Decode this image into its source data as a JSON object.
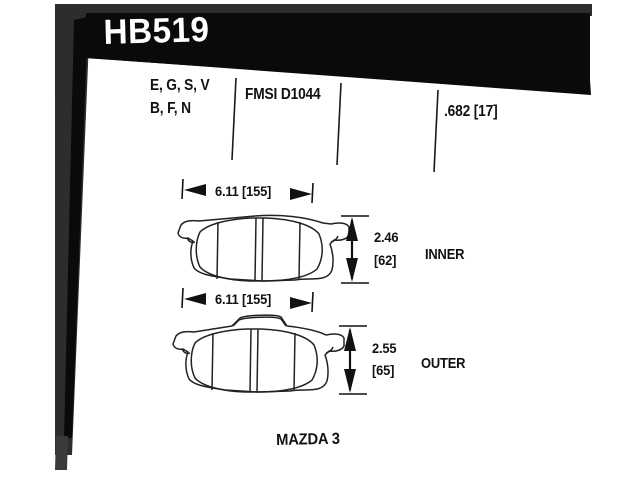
{
  "document": {
    "type": "brake-pad-specification-sheet",
    "part_number": "HB519",
    "vehicle": "MAZDA 3"
  },
  "header": {
    "part_number": "HB519",
    "banner_color": "#0a0a0a",
    "banner_text_color": "#ffffff",
    "frame_color": "#2d2d2d"
  },
  "spec_row": {
    "compounds_line1": "E, G, S, V",
    "compounds_line2": "B, F, N",
    "fmsi": "FMSI D1044",
    "thickness": ".682 [17]"
  },
  "pads": [
    {
      "position_label": "INNER",
      "width_text": "6.11 [155]",
      "width_in": 6.11,
      "width_mm": 155,
      "height_value": "2.46",
      "height_bracket": "[62]",
      "height_in": 2.46,
      "height_mm": 62,
      "has_top_tab": false
    },
    {
      "position_label": "OUTER",
      "width_text": "6.11 [155]",
      "width_in": 6.11,
      "width_mm": 155,
      "height_value": "2.55",
      "height_bracket": "[65]",
      "height_in": 2.55,
      "height_mm": 65,
      "has_top_tab": true
    }
  ],
  "footer": {
    "vehicle": "MAZDA 3"
  },
  "colors": {
    "background": "#ffffff",
    "ink": "#111111",
    "frame_dark": "#2d2d2d",
    "banner_black": "#0a0a0a"
  }
}
